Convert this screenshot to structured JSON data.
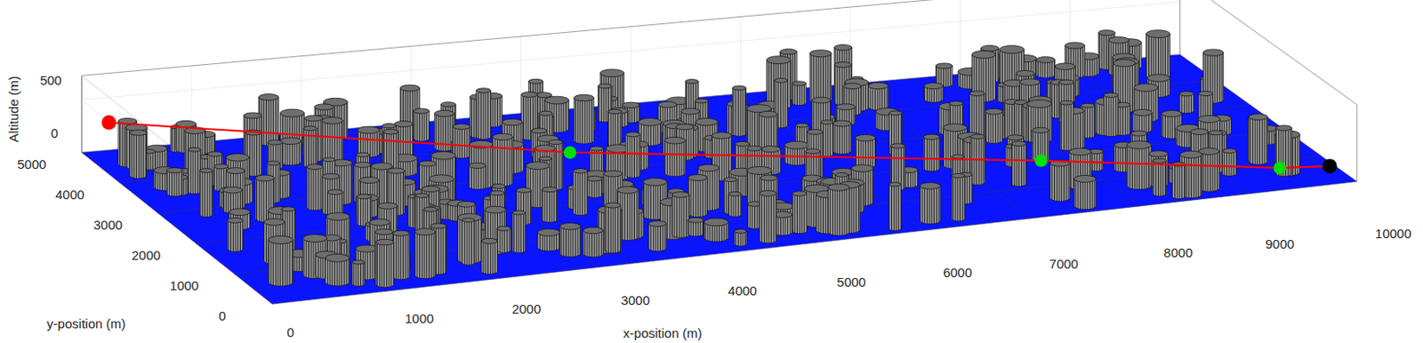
{
  "diagram": {
    "labels": [
      "Altitude (m)",
      "500",
      "0",
      "5000",
      "4000",
      "3000",
      "2000",
      "1000",
      "0",
      "y-position (m)",
      "0",
      "1000",
      "2000",
      "3000",
      "4000",
      "5000",
      "6000",
      "7000",
      "8000",
      "9000",
      "10000",
      "x-position (m)"
    ]
  }
}
